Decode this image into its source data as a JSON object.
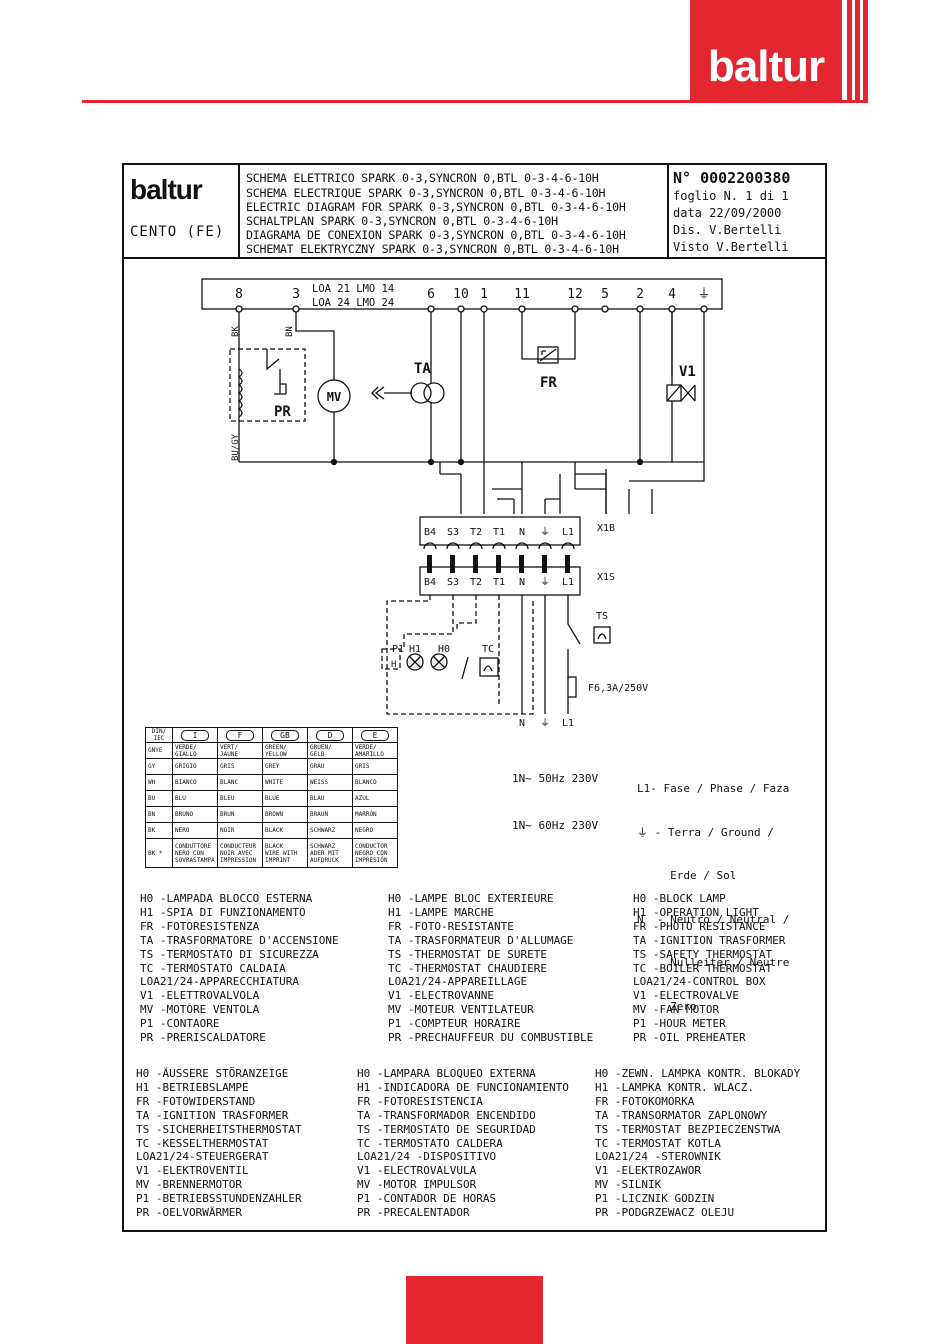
{
  "brand": {
    "logo": "baltur"
  },
  "header": {
    "logo": "baltur",
    "city": "CENTO (FE)",
    "titles": [
      "SCHEMA ELETTRICO SPARK 0-3,SYNCRON 0,BTL 0-3-4-6-10H",
      "SCHEMA ELECTRIQUE SPARK 0-3,SYNCRON 0,BTL 0-3-4-6-10H",
      "ELECTRIC DIAGRAM FOR SPARK 0-3,SYNCRON 0,BTL 0-3-4-6-10H",
      "SCHALTPLAN SPARK 0-3,SYNCRON 0,BTL 0-3-4-6-10H",
      "DIAGRAMA DE CONEXION SPARK 0-3,SYNCRON 0,BTL 0-3-4-6-10H",
      "SCHEMAT ELEKTRYCZNY SPARK 0-3,SYNCRON 0,BTL 0-3-4-6-10H"
    ],
    "number": "N° 0002200380",
    "sheet": "foglio N. 1 di 1",
    "date": "data 22/09/2000",
    "drawn": "Dis. V.Bertelli",
    "checked": "Visto V.Bertelli"
  },
  "diagram": {
    "terminals": [
      "8",
      "3",
      "6",
      "10",
      "1",
      "11",
      "12",
      "5",
      "2",
      "4",
      "⏚"
    ],
    "controller_labels": [
      "LOA 21  LMO 14",
      "LOA 24  LMO 24"
    ],
    "wire_labels": {
      "bk": "BK",
      "bn": "BN",
      "bugy": "BU/GY"
    },
    "components": {
      "pr": "PR",
      "mv": "MV",
      "ta": "TA",
      "fr": "FR",
      "v1": "V1",
      "ts": "TS",
      "tc": "TC",
      "h0": "H0",
      "h1": "H1",
      "p1": "P1",
      "h": "H"
    },
    "connector_x1b": {
      "name": "X1B",
      "pins": [
        "B4",
        "S3",
        "T2",
        "T1",
        "N",
        "⏚",
        "L1"
      ]
    },
    "connector_x1s": {
      "name": "X1S",
      "pins": [
        "B4",
        "S3",
        "T2",
        "T1",
        "N",
        "⏚",
        "L1"
      ]
    },
    "fuse": "F6,3A/250V",
    "supply_pins": [
      "N",
      "⏚",
      "L1"
    ]
  },
  "supply": [
    "1N~ 50Hz 230V",
    "1N~ 60Hz 230V"
  ],
  "phase_legend": [
    "L1- Fase / Phase / Faza",
    "⏚ - Terra / Ground /",
    "     Erde / Sol",
    "N  - Neutro / Neutral /",
    "     Nulleiter / Neutre",
    "     Zero"
  ],
  "color_table": {
    "header": [
      "DIN/\nIEC",
      "I",
      "F",
      "GB",
      "D",
      "E"
    ],
    "rows": [
      [
        "GNYE",
        "VERDE/\nGIALLO",
        "VERT/\nJAUNE",
        "GREEN/\nYELLOW",
        "GRUEN/\nGELB",
        "VERDE/\nAMARILLO"
      ],
      [
        "GY",
        "GRIGIO",
        "GRIS",
        "GREY",
        "GRAU",
        "GRIS"
      ],
      [
        "WH",
        "BIANCO",
        "BLANC",
        "WHITE",
        "WEISS",
        "BLANCO"
      ],
      [
        "BU",
        "BLU",
        "BLEU",
        "BLUE",
        "BLAU",
        "AZUL"
      ],
      [
        "BN",
        "BRUNO",
        "BRUN",
        "BROWN",
        "BRAUN",
        "MARRÓN"
      ],
      [
        "BK",
        "NERO",
        "NOIR",
        "BLACK",
        "SCHWARZ",
        "NEGRO"
      ],
      [
        "BK *",
        "CONDUTTORE\nNERO CON\nSOVRASTAMPA",
        "CONDUCTEUR\nNOIR AVEC\nIMPRESSION",
        "BLACK\nWIRE WITH\nIMPRINT",
        "SCHWARZ\nADER MIT\nAUFDRUCK",
        "CONDUCTOR\nNEGRO CON\nIMPRESIÓN"
      ]
    ]
  },
  "legend_top": [
    "H0 -LAMPADA BLOCCO ESTERNA\nH1 -SPIA DI FUNZIONAMENTO\nFR -FOTORESISTENZA\nTA -TRASFORMATORE D'ACCENSIONE\nTS -TERMOSTATO DI SICUREZZA\nTC -TERMOSTATO CALDAIA\nLOA21/24-APPARECCHIATURA\nV1 -ELETTROVALVOLA\nMV -MOTORE VENTOLA\nP1 -CONTAORE\nPR -PRERISCALDATORE",
    "H0 -LAMPE BLOC EXTERIEURE\nH1 -LAMPE MARCHE\nFR -FOTO-RESISTANTE\nTA -TRASFORMATEUR D'ALLUMAGE\nTS -THERMOSTAT DE SURETE\nTC -THERMOSTAT CHAUDIERE\nLOA21/24-APPAREILLAGE\nV1 -ELECTROVANNE\nMV -MOTEUR VENTILATEUR\nP1 -COMPTEUR HORAIRE\nPR -PRECHAUFFEUR DU COMBUSTIBLE",
    "H0 -BLOCK LAMP\nH1 -OPERATION LIGHT\nFR -PHOTO RESISTANCE\nTA -IGNITION TRASFORMER\nTS -SAFETY THERMOSTAT\nTC -BOILER THERMOSTAT\nLOA21/24-CONTROL BOX\nV1 -ELECTROVALVE\nMV -FAN MOTOR\nP1 -HOUR METER\nPR -OIL PREHEATER"
  ],
  "legend_bottom": [
    "H0 -ÄUSSERE STÖRANZEIGE\nH1 -BETRIEBSLAMPE\nFR -FOTOWIDERSTAND\nTA -IGNITION TRASFORMER\nTS -SICHERHEITSTHERMOSTAT\nTC -KESSELTHERMOSTAT\nLOA21/24-STEUERGERAT\nV1 -ELEKTROVENTIL\nMV -BRENNERMOTOR\nP1 -BETRIEBSSTUNDENZAHLER\nPR -OELVORWÄRMER",
    "H0 -LAMPARA BLOQUEO EXTERNA\nH1 -INDICADORA DE FUNCIONAMIENTO\nFR -FOTORESISTENCIA\nTA -TRANSFORMADOR ENCENDIDO\nTS -TERMOSTATO DE SEGURIDAD\nTC -TERMOSTATO CALDERA\nLOA21/24 -DISPOSITIVO\nV1 -ELECTROVALVULA\nMV -MOTOR IMPULSOR\nP1 -CONTADOR DE HORAS\nPR -PRECALENTADOR",
    "H0 -ZEWN. LAMPKA KONTR. BLOKADY\nH1 -LAMPKA KONTR. WLACZ.\nFR -FOTOKOMORKA\nTA -TRANSORMATOR ZAPLONOWY\nTS -TERMOSTAT BEZPIECZENSTWA\nTC -TERMOSTAT KOTLA\nLOA21/24 -STEROWNIK\nV1 -ELEKTROZAWOR\nMV -SILNIK\nP1 -LICZNIK GODZIN\nPR -PODGRZEWACZ OLEJU"
  ]
}
